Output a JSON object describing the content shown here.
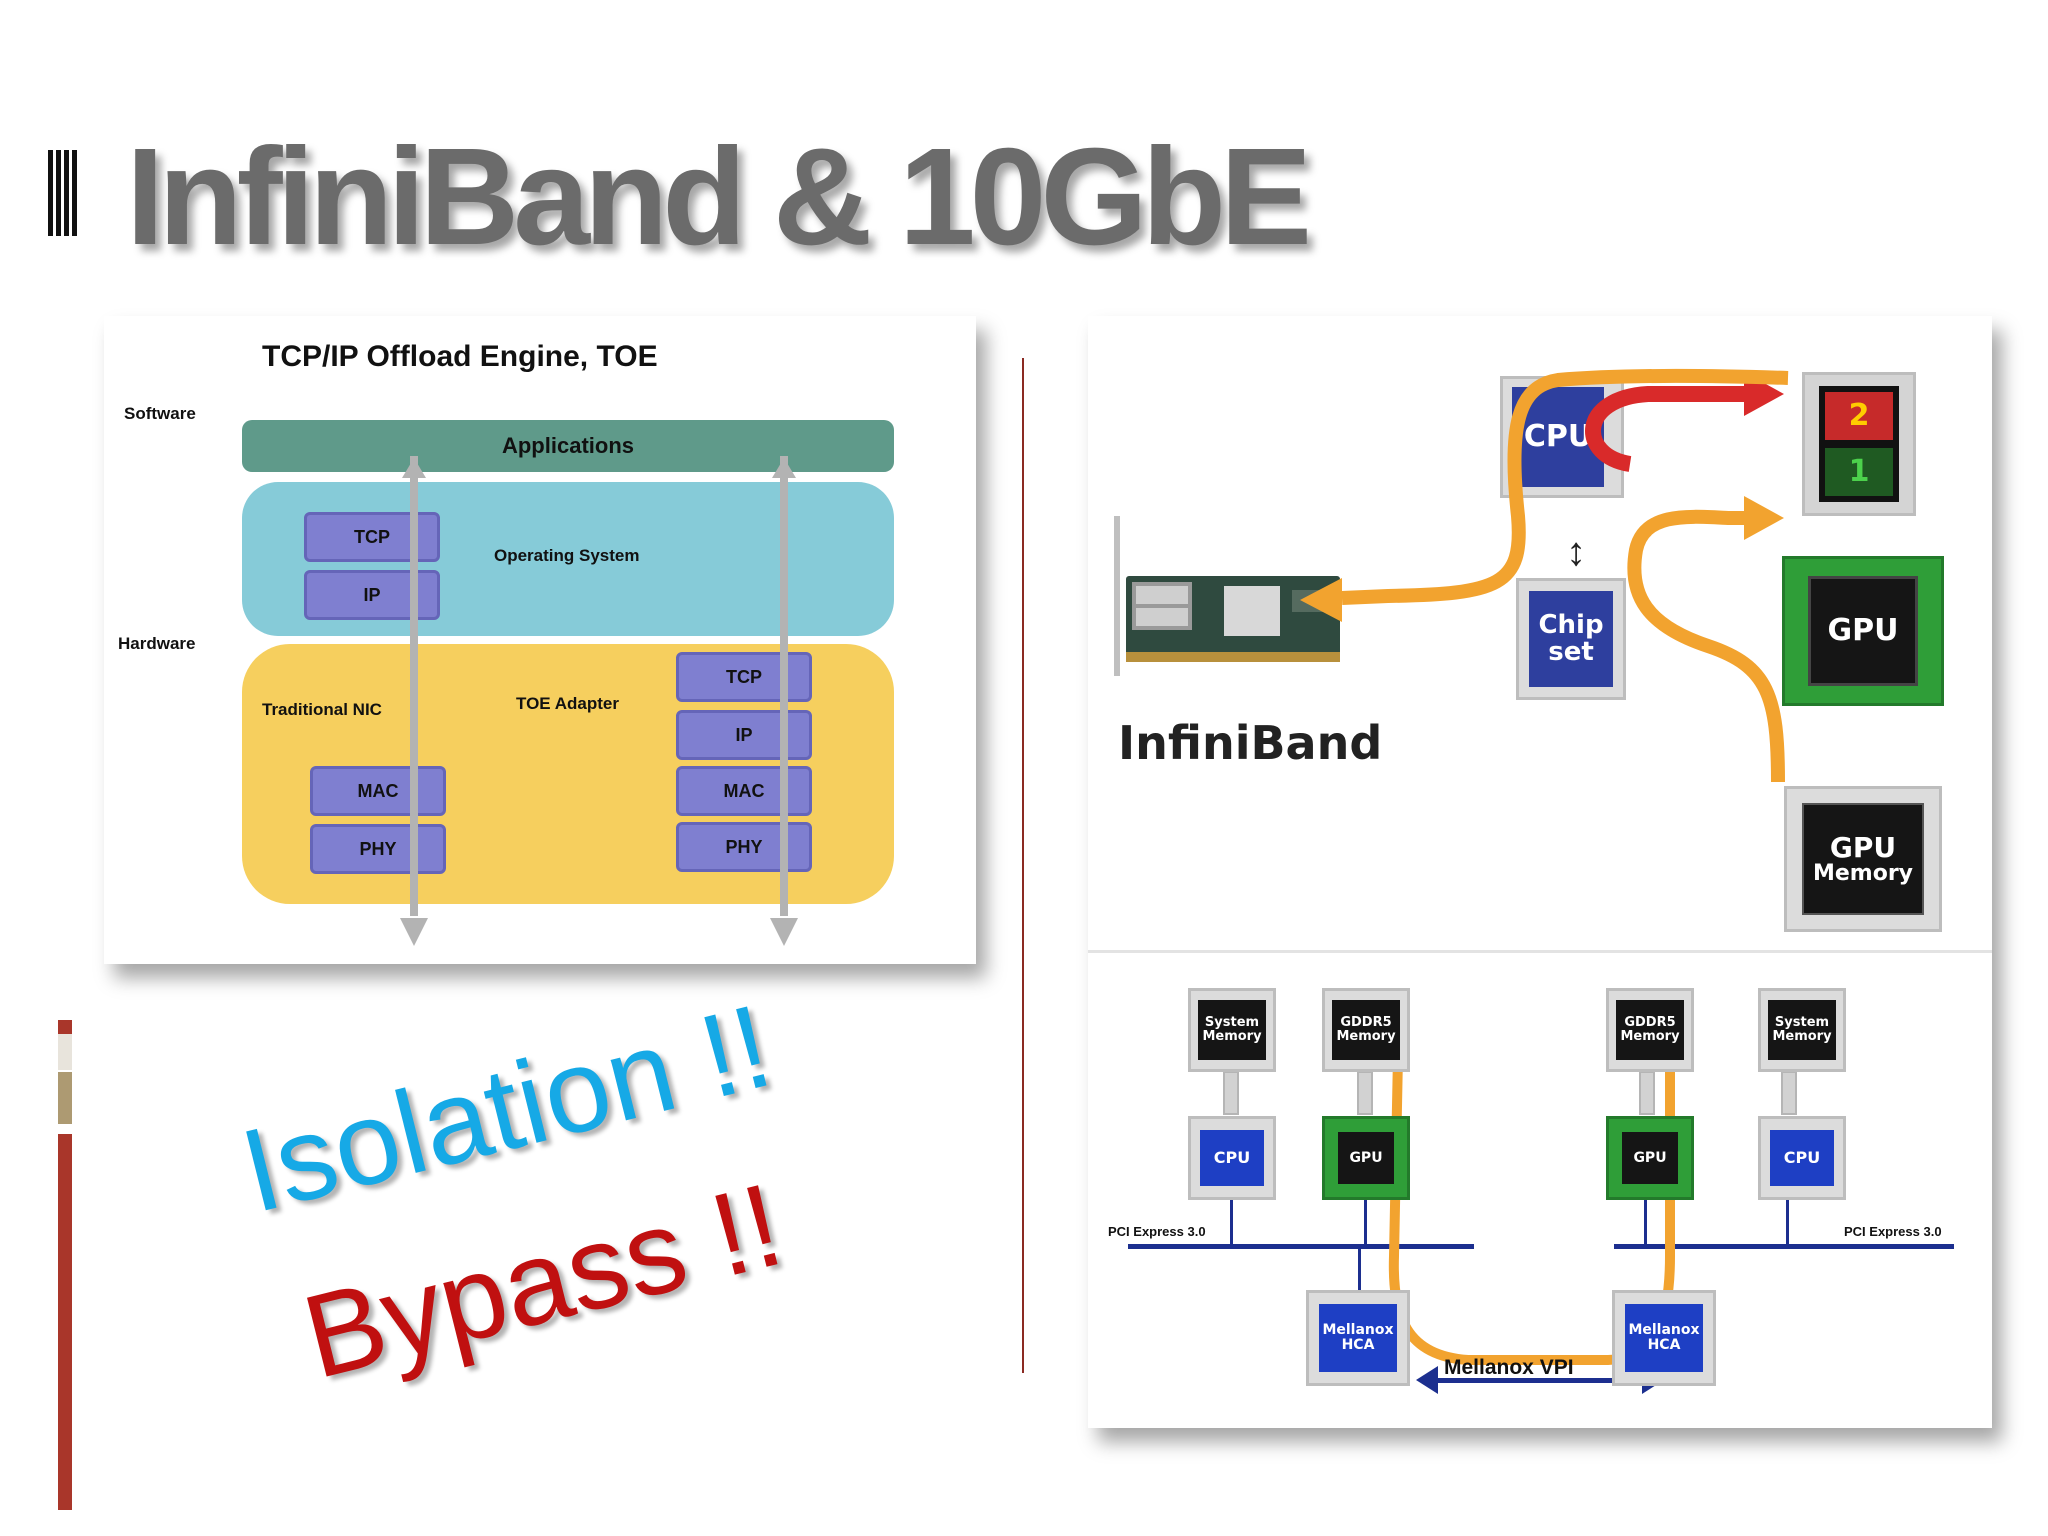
{
  "slide": {
    "title": "InfiniBand & 10GbE",
    "colors": {
      "title": "#6b6b6b",
      "accent_bar": "#a9362a",
      "isolation": "#16a9e6",
      "bypass": "#c01010"
    }
  },
  "toe_diagram": {
    "title": "TCP/IP Offload Engine, TOE",
    "software_label": "Software",
    "hardware_label": "Hardware",
    "applications": "Applications",
    "operating_system": "Operating System",
    "os_stack": [
      "TCP",
      "IP"
    ],
    "traditional_nic": "Traditional NIC",
    "toe_adapter": "TOE Adapter",
    "nic_stack": [
      "MAC",
      "PHY"
    ],
    "toe_stack": [
      "TCP",
      "IP",
      "MAC",
      "PHY"
    ]
  },
  "callouts": {
    "isolation": "Isolation !!",
    "bypass": "Bypass !!"
  },
  "infiniband_diagram": {
    "label": "InfiniBand",
    "cpu": "CPU",
    "chipset_line1": "Chip",
    "chipset_line2": "set",
    "memory_top": "2",
    "memory_bottom": "1",
    "gpu": "GPU",
    "gpu_memory_line1": "GPU",
    "gpu_memory_line2": "Memory"
  },
  "gpudirect_diagram": {
    "left": {
      "system_memory": [
        "System",
        "Memory"
      ],
      "gddr5_memory": [
        "GDDR5",
        "Memory"
      ],
      "cpu": "CPU",
      "gpu": "GPU",
      "pci": "PCI Express 3.0",
      "hca": [
        "Mellanox",
        "HCA"
      ]
    },
    "right": {
      "system_memory": [
        "System",
        "Memory"
      ],
      "gddr5_memory": [
        "GDDR5",
        "Memory"
      ],
      "cpu": "CPU",
      "gpu": "GPU",
      "pci": "PCI Express 3.0",
      "hca": [
        "Mellanox",
        "HCA"
      ]
    },
    "link_label": "Mellanox VPI"
  }
}
